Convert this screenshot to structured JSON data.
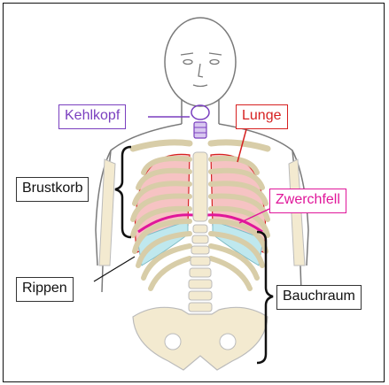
{
  "labels": {
    "kehlkopf": "Kehlkopf",
    "lunge": "Lunge",
    "zwerchfell": "Zwerchfell",
    "brustkorb": "Brustkorb",
    "rippen": "Rippen",
    "bauchraum": "Bauchraum"
  },
  "colors": {
    "kehlkopf": "#7a3fbf",
    "lunge": "#d62020",
    "zwerchfell": "#e0179a",
    "bone": "#f3ead0",
    "lung": "#f6c3c3",
    "lower_lung": "#bfe8ee",
    "outline": "#555555"
  }
}
